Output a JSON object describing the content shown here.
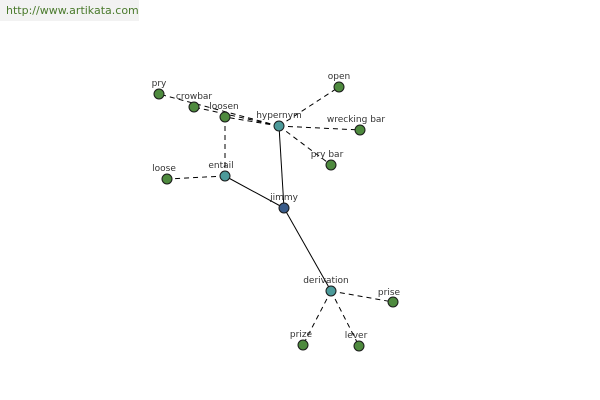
{
  "source_link": {
    "text": "http://www.artikata.com"
  },
  "colors": {
    "leaf": "#4e8a3e",
    "relation": "#4c9a9a",
    "center": "#3a5c8a",
    "background": "#ffffff"
  },
  "graph": {
    "nodes": [
      {
        "id": "jimmy",
        "label": "jimmy",
        "kind": "center"
      },
      {
        "id": "hypernym",
        "label": "hypernym",
        "kind": "relation"
      },
      {
        "id": "entail",
        "label": "entail",
        "kind": "relation"
      },
      {
        "id": "derivation",
        "label": "derivation",
        "kind": "relation"
      },
      {
        "id": "pry",
        "label": "pry",
        "kind": "leaf"
      },
      {
        "id": "crowbar",
        "label": "crowbar",
        "kind": "leaf"
      },
      {
        "id": "loosen",
        "label": "loosen",
        "kind": "leaf"
      },
      {
        "id": "open",
        "label": "open",
        "kind": "leaf"
      },
      {
        "id": "wrecking-bar",
        "label": "wrecking bar",
        "kind": "leaf"
      },
      {
        "id": "pry-bar",
        "label": "pry bar",
        "kind": "leaf"
      },
      {
        "id": "loose",
        "label": "loose",
        "kind": "leaf"
      },
      {
        "id": "prise",
        "label": "prise",
        "kind": "leaf"
      },
      {
        "id": "prize",
        "label": "prize",
        "kind": "leaf"
      },
      {
        "id": "lever",
        "label": "lever",
        "kind": "leaf"
      }
    ],
    "edges": [
      {
        "from": "jimmy",
        "to": "hypernym",
        "style": "solid"
      },
      {
        "from": "jimmy",
        "to": "entail",
        "style": "solid"
      },
      {
        "from": "jimmy",
        "to": "derivation",
        "style": "solid"
      },
      {
        "from": "hypernym",
        "to": "pry",
        "style": "dashed"
      },
      {
        "from": "hypernym",
        "to": "crowbar",
        "style": "dashed"
      },
      {
        "from": "hypernym",
        "to": "loosen",
        "style": "dashed"
      },
      {
        "from": "hypernym",
        "to": "open",
        "style": "dashed"
      },
      {
        "from": "hypernym",
        "to": "wrecking-bar",
        "style": "dashed"
      },
      {
        "from": "hypernym",
        "to": "pry-bar",
        "style": "dashed"
      },
      {
        "from": "entail",
        "to": "loosen",
        "style": "dashed"
      },
      {
        "from": "entail",
        "to": "loose",
        "style": "dashed"
      },
      {
        "from": "derivation",
        "to": "prise",
        "style": "dashed"
      },
      {
        "from": "derivation",
        "to": "prize",
        "style": "dashed"
      },
      {
        "from": "derivation",
        "to": "lever",
        "style": "dashed"
      }
    ]
  }
}
